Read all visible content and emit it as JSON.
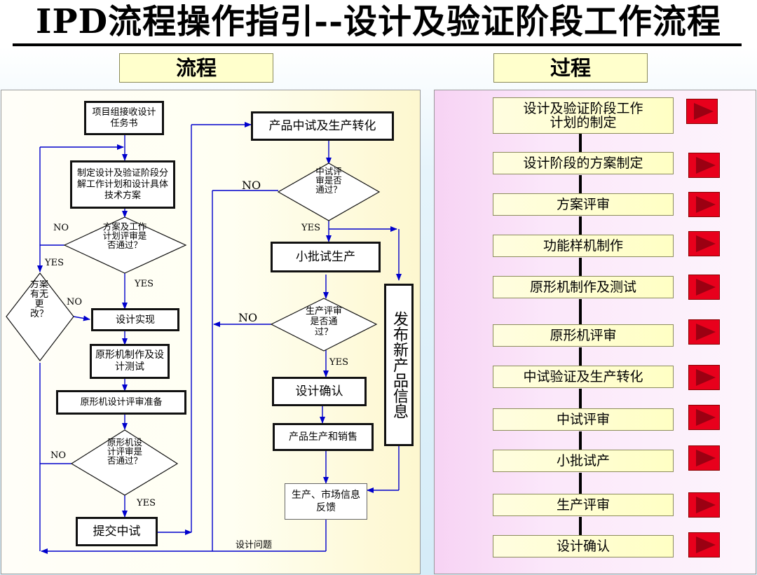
{
  "title": "IPD流程操作指引--设计及验证阶段工作流程",
  "headers": {
    "left": "流程",
    "right": "过程"
  },
  "flow": {
    "boxes": {
      "b1": "项目组接收设计任务书",
      "b2": "制定设计及验证阶段分解工作计划和设计具体技术方案",
      "b3": "设计实现",
      "b4": "原形机制作及设计测试",
      "b5": "原形机设计评审准备",
      "b6": "提交中试",
      "b7": "产品中试及生产转化",
      "b8": "小批试生产",
      "b9": "设计确认",
      "b10": "产品生产和销售",
      "b11": "生产、市场信息反馈",
      "b12": "发布新产品信息"
    },
    "diamonds": {
      "d1": "方案及工作计划评审是否通过？",
      "d2": "方案有无更改？",
      "d3": "原形机设计评审是否通过？",
      "d4": "中试评审是否通过？",
      "d5": "生产评审是否通过？"
    },
    "labels": {
      "no": "NO",
      "yes": "YES",
      "design_issue": "设计问题"
    }
  },
  "process": {
    "steps": [
      "设计及验证阶段工作计划的制定",
      "设计阶段的方案制定",
      "方案评审",
      "功能样机制作",
      "原形机制作及测试",
      "原形机评审",
      "中试验证及生产转化",
      "中试评审",
      "小批试产",
      "生产评审",
      "设计确认"
    ]
  },
  "colors": {
    "flow_line": "#0000CC",
    "play_button": "#E8001C",
    "left_panel_bg": "#FFFFF0",
    "right_panel_bg": "#F7D6F5",
    "header_bg": "#FFFFCC"
  }
}
